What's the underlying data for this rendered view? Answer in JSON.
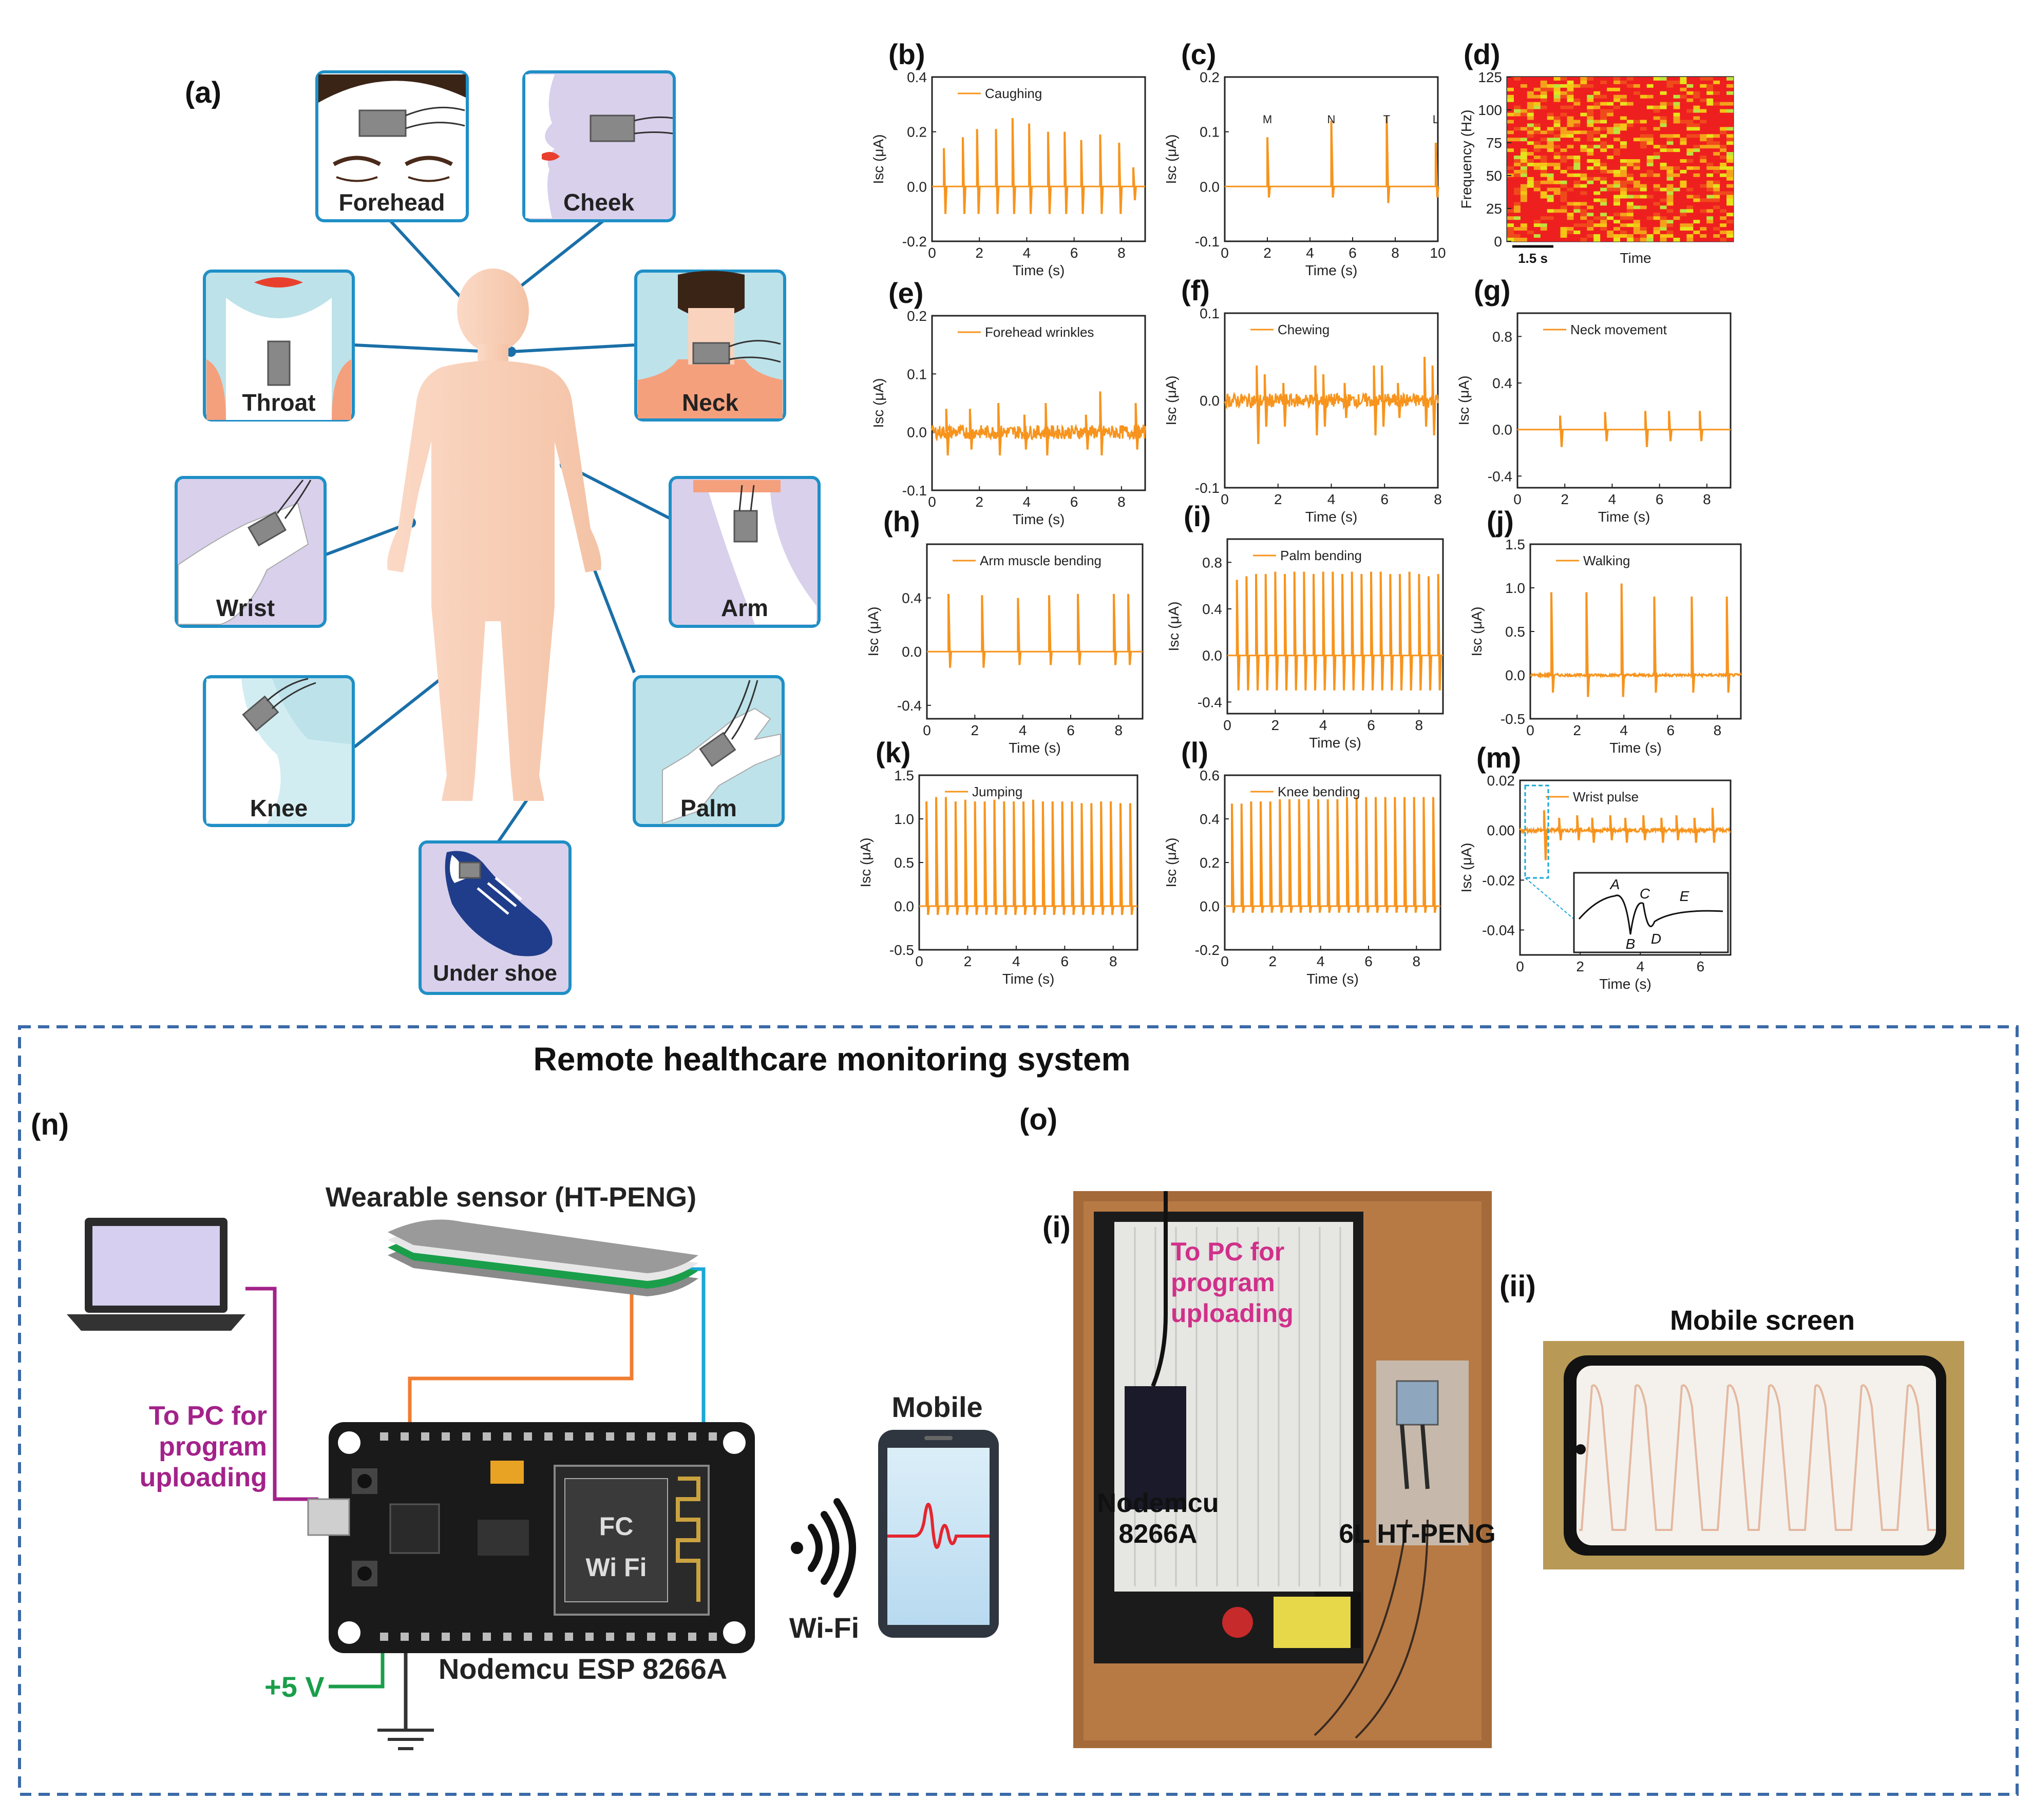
{
  "panel_a": {
    "label": "(a)",
    "sites": [
      {
        "key": "forehead",
        "label": "Forehead"
      },
      {
        "key": "cheek",
        "label": "Cheek"
      },
      {
        "key": "throat",
        "label": "Throat"
      },
      {
        "key": "neck",
        "label": "Neck"
      },
      {
        "key": "wrist",
        "label": "Wrist"
      },
      {
        "key": "arm",
        "label": "Arm"
      },
      {
        "key": "knee",
        "label": "Knee"
      },
      {
        "key": "palm",
        "label": "Palm"
      },
      {
        "key": "shoe",
        "label": "Under shoe"
      }
    ]
  },
  "colors": {
    "signal": "#f7941d",
    "box_border": "#1f8fc6",
    "connector": "#1a6fa8",
    "skin": "#f9d3bd",
    "lavender": "#d9d0ec",
    "teal": "#bde2ea",
    "peach": "#f5a07d",
    "dashed_border": "#3a6aa8",
    "magenta": "#a3228a",
    "green": "#1a9e4a",
    "wire_blue": "#1aa8d6",
    "wire_orange": "#f07d32"
  },
  "chart_data": [
    {
      "id": "b",
      "label": "(b)",
      "type": "line",
      "legend": "Caughing",
      "xlabel": "Time (s)",
      "ylabel": "Isc (μA)",
      "xlim": [
        0,
        9
      ],
      "ylim": [
        -0.2,
        0.4
      ],
      "xticks": [
        "0",
        "2",
        "4",
        "6",
        "8"
      ],
      "yticks": [
        "0.4",
        "0.2",
        "0.0",
        "-0.2"
      ],
      "ytickvals": [
        0.4,
        0.2,
        0.0,
        -0.2
      ],
      "xtickvals": [
        0,
        2,
        4,
        6,
        8
      ],
      "signal": "spikes",
      "peaks": [
        0.5,
        1.3,
        1.9,
        2.7,
        3.4,
        4.1,
        4.9,
        5.6,
        6.3,
        7.1,
        7.9,
        8.5
      ],
      "up": [
        0.14,
        0.18,
        0.21,
        0.21,
        0.25,
        0.23,
        0.2,
        0.2,
        0.17,
        0.19,
        0.16,
        0.07
      ],
      "down": [
        -0.1,
        -0.1,
        -0.1,
        -0.1,
        -0.1,
        -0.1,
        -0.1,
        -0.1,
        -0.1,
        -0.1,
        -0.1,
        -0.05
      ]
    },
    {
      "id": "c",
      "label": "(c)",
      "type": "line",
      "legend": "",
      "xlabel": "Time (s)",
      "ylabel": "Isc (μA)",
      "xlim": [
        0,
        10
      ],
      "ylim": [
        -0.1,
        0.2
      ],
      "xticks": [
        "0",
        "2",
        "4",
        "6",
        "8",
        "10"
      ],
      "yticks": [
        "0.2",
        "0.1",
        "0.0",
        "-0.1"
      ],
      "ytickvals": [
        0.2,
        0.1,
        0.0,
        -0.1
      ],
      "xtickvals": [
        0,
        2,
        4,
        6,
        8,
        10
      ],
      "signal": "spikes",
      "peaks": [
        2.0,
        5.0,
        7.6,
        9.9
      ],
      "up": [
        0.09,
        0.12,
        0.13,
        0.08
      ],
      "down": [
        -0.02,
        -0.02,
        -0.03,
        -0.02
      ],
      "annotations": [
        "M",
        "N",
        "T",
        "L"
      ]
    },
    {
      "id": "d",
      "label": "(d)",
      "type": "heatmap",
      "xlabel": "Time",
      "ylabel": "Frequency (Hz)",
      "yticks": [
        "125",
        "100",
        "75",
        "50",
        "25",
        "0"
      ],
      "ytickvals": [
        125,
        100,
        75,
        50,
        25,
        0
      ],
      "scalebar": "1.5 s",
      "colors": [
        "#ee1f1f",
        "#f04a1c",
        "#f5a21a",
        "#e7e21c",
        "#bfe13e",
        "#f7c415"
      ]
    },
    {
      "id": "e",
      "label": "(e)",
      "type": "line",
      "legend": "Forehead wrinkles",
      "xlabel": "Time (s)",
      "ylabel": "Isc (μA)",
      "xlim": [
        0,
        9
      ],
      "ylim": [
        -0.1,
        0.2
      ],
      "xticks": [
        "0",
        "2",
        "4",
        "6",
        "8"
      ],
      "yticks": [
        "0.2",
        "0.1",
        "0.0",
        "-0.1"
      ],
      "ytickvals": [
        0.2,
        0.1,
        0.0,
        -0.1
      ],
      "xtickvals": [
        0,
        2,
        4,
        6,
        8
      ],
      "signal": "noisy",
      "noise": 0.012,
      "peaks": [
        0.6,
        1.6,
        2.8,
        3.9,
        4.8,
        6.5,
        7.1,
        8.6
      ],
      "up": [
        0.04,
        0.04,
        0.05,
        0.03,
        0.05,
        0.03,
        0.07,
        0.05
      ],
      "down": [
        -0.04,
        -0.03,
        -0.04,
        -0.03,
        -0.04,
        -0.03,
        -0.04,
        -0.03
      ]
    },
    {
      "id": "f",
      "label": "(f)",
      "type": "line",
      "legend": "Chewing",
      "xlabel": "Time (s)",
      "ylabel": "Isc (μA)",
      "xlim": [
        0,
        8
      ],
      "ylim": [
        -0.1,
        0.1
      ],
      "xticks": [
        "0",
        "2",
        "4",
        "6",
        "8"
      ],
      "yticks": [
        "0.1",
        "0.0",
        "-0.1"
      ],
      "ytickvals": [
        0.1,
        0.0,
        -0.1
      ],
      "xtickvals": [
        0,
        2,
        4,
        6,
        8
      ],
      "signal": "noisy",
      "noise": 0.008,
      "peaks": [
        1.2,
        1.5,
        2.2,
        3.4,
        3.7,
        4.5,
        5.6,
        5.9,
        6.5,
        7.5,
        7.8
      ],
      "up": [
        0.04,
        0.03,
        0.02,
        0.04,
        0.03,
        0.02,
        0.04,
        0.04,
        0.02,
        0.05,
        0.04
      ],
      "down": [
        -0.05,
        -0.03,
        -0.03,
        -0.04,
        -0.03,
        -0.02,
        -0.04,
        -0.03,
        -0.02,
        -0.03,
        -0.04
      ]
    },
    {
      "id": "g",
      "label": "(g)",
      "type": "line",
      "legend": "Neck movement",
      "xlabel": "Time (s)",
      "ylabel": "Isc (μA)",
      "xlim": [
        0,
        9
      ],
      "ylim": [
        -0.5,
        1.0
      ],
      "xticks": [
        "0",
        "2",
        "4",
        "6",
        "8"
      ],
      "yticks": [
        "0.8",
        "0.4",
        "0.0",
        "-0.4"
      ],
      "ytickvals": [
        0.8,
        0.4,
        0.0,
        -0.4
      ],
      "xtickvals": [
        0,
        2,
        4,
        6,
        8
      ],
      "signal": "spikes",
      "peaks": [
        1.8,
        3.7,
        5.4,
        6.4,
        7.7
      ],
      "up": [
        0.12,
        0.15,
        0.16,
        0.16,
        0.16
      ],
      "down": [
        -0.15,
        -0.1,
        -0.15,
        -0.1,
        -0.1
      ]
    },
    {
      "id": "h",
      "label": "(h)",
      "type": "line",
      "legend": "Arm muscle bending",
      "xlabel": "Time (s)",
      "ylabel": "Isc (μA)",
      "xlim": [
        0,
        9
      ],
      "ylim": [
        -0.5,
        0.8
      ],
      "xticks": [
        "0",
        "2",
        "4",
        "6",
        "8"
      ],
      "yticks": [
        "0.4",
        "0.0",
        "-0.4"
      ],
      "ytickvals": [
        0.4,
        0.0,
        -0.4
      ],
      "xtickvals": [
        0,
        2,
        4,
        6,
        8
      ],
      "signal": "spikes",
      "peaks": [
        0.9,
        2.3,
        3.8,
        5.1,
        6.3,
        7.8,
        8.4
      ],
      "up": [
        0.43,
        0.42,
        0.4,
        0.42,
        0.43,
        0.43,
        0.43
      ],
      "down": [
        -0.12,
        -0.12,
        -0.1,
        -0.1,
        -0.1,
        -0.1,
        -0.1
      ]
    },
    {
      "id": "i",
      "label": "(i)",
      "type": "line",
      "legend": "Palm bending",
      "xlabel": "Time (s)",
      "ylabel": "Isc (μA)",
      "xlim": [
        0,
        9
      ],
      "ylim": [
        -0.5,
        1.0
      ],
      "xticks": [
        "0",
        "2",
        "4",
        "6",
        "8"
      ],
      "yticks": [
        "0.8",
        "0.4",
        "0.0",
        "-0.4"
      ],
      "ytickvals": [
        0.8,
        0.4,
        0.0,
        -0.4
      ],
      "xtickvals": [
        0,
        2,
        4,
        6,
        8
      ],
      "signal": "spikes",
      "peaks": [
        0.4,
        0.8,
        1.2,
        1.6,
        2.0,
        2.4,
        2.8,
        3.2,
        3.6,
        4.0,
        4.4,
        4.8,
        5.2,
        5.6,
        6.0,
        6.4,
        6.8,
        7.2,
        7.6,
        8.0,
        8.4,
        8.8
      ],
      "up": [
        0.65,
        0.68,
        0.7,
        0.7,
        0.72,
        0.7,
        0.72,
        0.72,
        0.7,
        0.72,
        0.72,
        0.7,
        0.72,
        0.7,
        0.72,
        0.72,
        0.7,
        0.7,
        0.72,
        0.7,
        0.68,
        0.7
      ],
      "down": [
        -0.3,
        -0.3,
        -0.3,
        -0.3,
        -0.3,
        -0.3,
        -0.3,
        -0.3,
        -0.3,
        -0.3,
        -0.3,
        -0.3,
        -0.3,
        -0.3,
        -0.3,
        -0.3,
        -0.3,
        -0.3,
        -0.3,
        -0.3,
        -0.3,
        -0.3
      ]
    },
    {
      "id": "j",
      "label": "(j)",
      "type": "line",
      "legend": "Walking",
      "xlabel": "Time (s)",
      "ylabel": "Isc (μA)",
      "xlim": [
        0,
        9
      ],
      "ylim": [
        -0.5,
        1.5
      ],
      "xticks": [
        "0",
        "2",
        "4",
        "6",
        "8"
      ],
      "yticks": [
        "1.5",
        "1.0",
        "0.5",
        "0.0",
        "-0.5"
      ],
      "ytickvals": [
        1.5,
        1.0,
        0.5,
        0.0,
        -0.5
      ],
      "xtickvals": [
        0,
        2,
        4,
        6,
        8
      ],
      "signal": "noisy",
      "noise": 0.015,
      "peaks": [
        0.9,
        2.4,
        3.9,
        5.3,
        6.9,
        8.4
      ],
      "up": [
        0.95,
        0.95,
        1.05,
        0.9,
        0.9,
        0.9
      ],
      "down": [
        -0.2,
        -0.25,
        -0.25,
        -0.2,
        -0.2,
        -0.2
      ]
    },
    {
      "id": "k",
      "label": "(k)",
      "type": "line",
      "legend": "Jumping",
      "xlabel": "Time (s)",
      "ylabel": "Isc (μA)",
      "xlim": [
        0,
        9
      ],
      "ylim": [
        -0.5,
        1.5
      ],
      "xticks": [
        "0",
        "2",
        "4",
        "6",
        "8"
      ],
      "yticks": [
        "1.5",
        "1.0",
        "0.5",
        "0.0",
        "-0.5"
      ],
      "ytickvals": [
        1.5,
        1.0,
        0.5,
        0.0,
        -0.5
      ],
      "xtickvals": [
        0,
        2,
        4,
        6,
        8
      ],
      "signal": "spikes",
      "peaks": [
        0.3,
        0.7,
        1.1,
        1.5,
        1.9,
        2.3,
        2.7,
        3.1,
        3.5,
        3.9,
        4.3,
        4.7,
        5.1,
        5.5,
        5.9,
        6.3,
        6.7,
        7.1,
        7.5,
        7.9,
        8.3,
        8.7
      ],
      "up": [
        1.2,
        1.25,
        1.25,
        1.2,
        1.22,
        1.2,
        1.2,
        1.22,
        1.2,
        1.2,
        1.2,
        1.22,
        1.2,
        1.2,
        1.2,
        1.2,
        1.18,
        1.18,
        1.2,
        1.2,
        1.18,
        1.18
      ],
      "down": [
        -0.1,
        -0.1,
        -0.1,
        -0.1,
        -0.1,
        -0.1,
        -0.1,
        -0.1,
        -0.1,
        -0.1,
        -0.1,
        -0.1,
        -0.1,
        -0.1,
        -0.1,
        -0.1,
        -0.1,
        -0.1,
        -0.1,
        -0.1,
        -0.1,
        -0.1
      ]
    },
    {
      "id": "l",
      "label": "(l)",
      "type": "line",
      "legend": "Knee bending",
      "xlabel": "Time (s)",
      "ylabel": "Isc (μA)",
      "xlim": [
        0,
        9
      ],
      "ylim": [
        -0.2,
        0.6
      ],
      "xticks": [
        "0",
        "2",
        "4",
        "6",
        "8"
      ],
      "yticks": [
        "0.6",
        "0.4",
        "0.2",
        "0.0",
        "-0.2"
      ],
      "ytickvals": [
        0.6,
        0.4,
        0.2,
        0.0,
        -0.2
      ],
      "xtickvals": [
        0,
        2,
        4,
        6,
        8
      ],
      "signal": "spikes",
      "peaks": [
        0.3,
        0.7,
        1.1,
        1.5,
        1.9,
        2.3,
        2.7,
        3.1,
        3.5,
        3.9,
        4.3,
        4.7,
        5.1,
        5.5,
        5.9,
        6.3,
        6.7,
        7.1,
        7.5,
        7.9,
        8.3,
        8.7
      ],
      "up": [
        0.47,
        0.47,
        0.48,
        0.48,
        0.48,
        0.49,
        0.49,
        0.49,
        0.49,
        0.49,
        0.49,
        0.49,
        0.5,
        0.5,
        0.5,
        0.5,
        0.5,
        0.5,
        0.5,
        0.5,
        0.5,
        0.5
      ],
      "down": [
        -0.03,
        -0.03,
        -0.03,
        -0.03,
        -0.03,
        -0.03,
        -0.03,
        -0.03,
        -0.03,
        -0.03,
        -0.03,
        -0.03,
        -0.03,
        -0.03,
        -0.03,
        -0.03,
        -0.03,
        -0.03,
        -0.03,
        -0.03,
        -0.03,
        -0.03
      ]
    },
    {
      "id": "m",
      "label": "(m)",
      "type": "line",
      "legend": "Wrist pulse",
      "xlabel": "Time (s)",
      "ylabel": "Isc (μA)",
      "xlim": [
        0,
        7
      ],
      "ylim": [
        -0.05,
        0.02
      ],
      "xticks": [
        "0",
        "2",
        "4",
        "6"
      ],
      "yticks": [
        "0.02",
        "0.00",
        "-0.02",
        "-0.04"
      ],
      "ytickvals": [
        0.02,
        0.0,
        -0.02,
        -0.04
      ],
      "xtickvals": [
        0,
        2,
        4,
        6
      ],
      "signal": "noisy",
      "noise": 0.0008,
      "peaks": [
        0.8,
        1.3,
        1.9,
        2.4,
        3.0,
        3.5,
        4.1,
        4.7,
        5.2,
        5.8,
        6.4
      ],
      "up": [
        0.008,
        0.005,
        0.006,
        0.005,
        0.006,
        0.005,
        0.006,
        0.005,
        0.006,
        0.005,
        0.009
      ],
      "down": [
        -0.012,
        -0.004,
        -0.004,
        -0.005,
        -0.004,
        -0.005,
        -0.004,
        -0.005,
        -0.004,
        -0.005,
        -0.005
      ],
      "inset_labels": [
        "A",
        "B",
        "C",
        "D",
        "E"
      ]
    }
  ],
  "system": {
    "title": "Remote healthcare monitoring system",
    "panel_n": "(n)",
    "panel_o": "(o)",
    "sensor_label": "Wearable sensor (HT-PENG)",
    "pc_label_lines": [
      "To PC for",
      "program",
      "uploading"
    ],
    "board_label": "Nodemcu ESP 8266A",
    "voltage": "+5 V",
    "wifi": "Wi-Fi",
    "mobile": "Mobile",
    "sub_i": "(i)",
    "sub_ii": "(ii)",
    "photo_pc_lines": [
      "To PC for",
      "program",
      "uploading"
    ],
    "photo_board_lines": [
      "Nodemcu",
      "8266A"
    ],
    "photo_sensor": "6L HT-PENG",
    "mobile_screen": "Mobile screen",
    "chip_text": "Wi Fi",
    "chip_badge": "FC"
  }
}
